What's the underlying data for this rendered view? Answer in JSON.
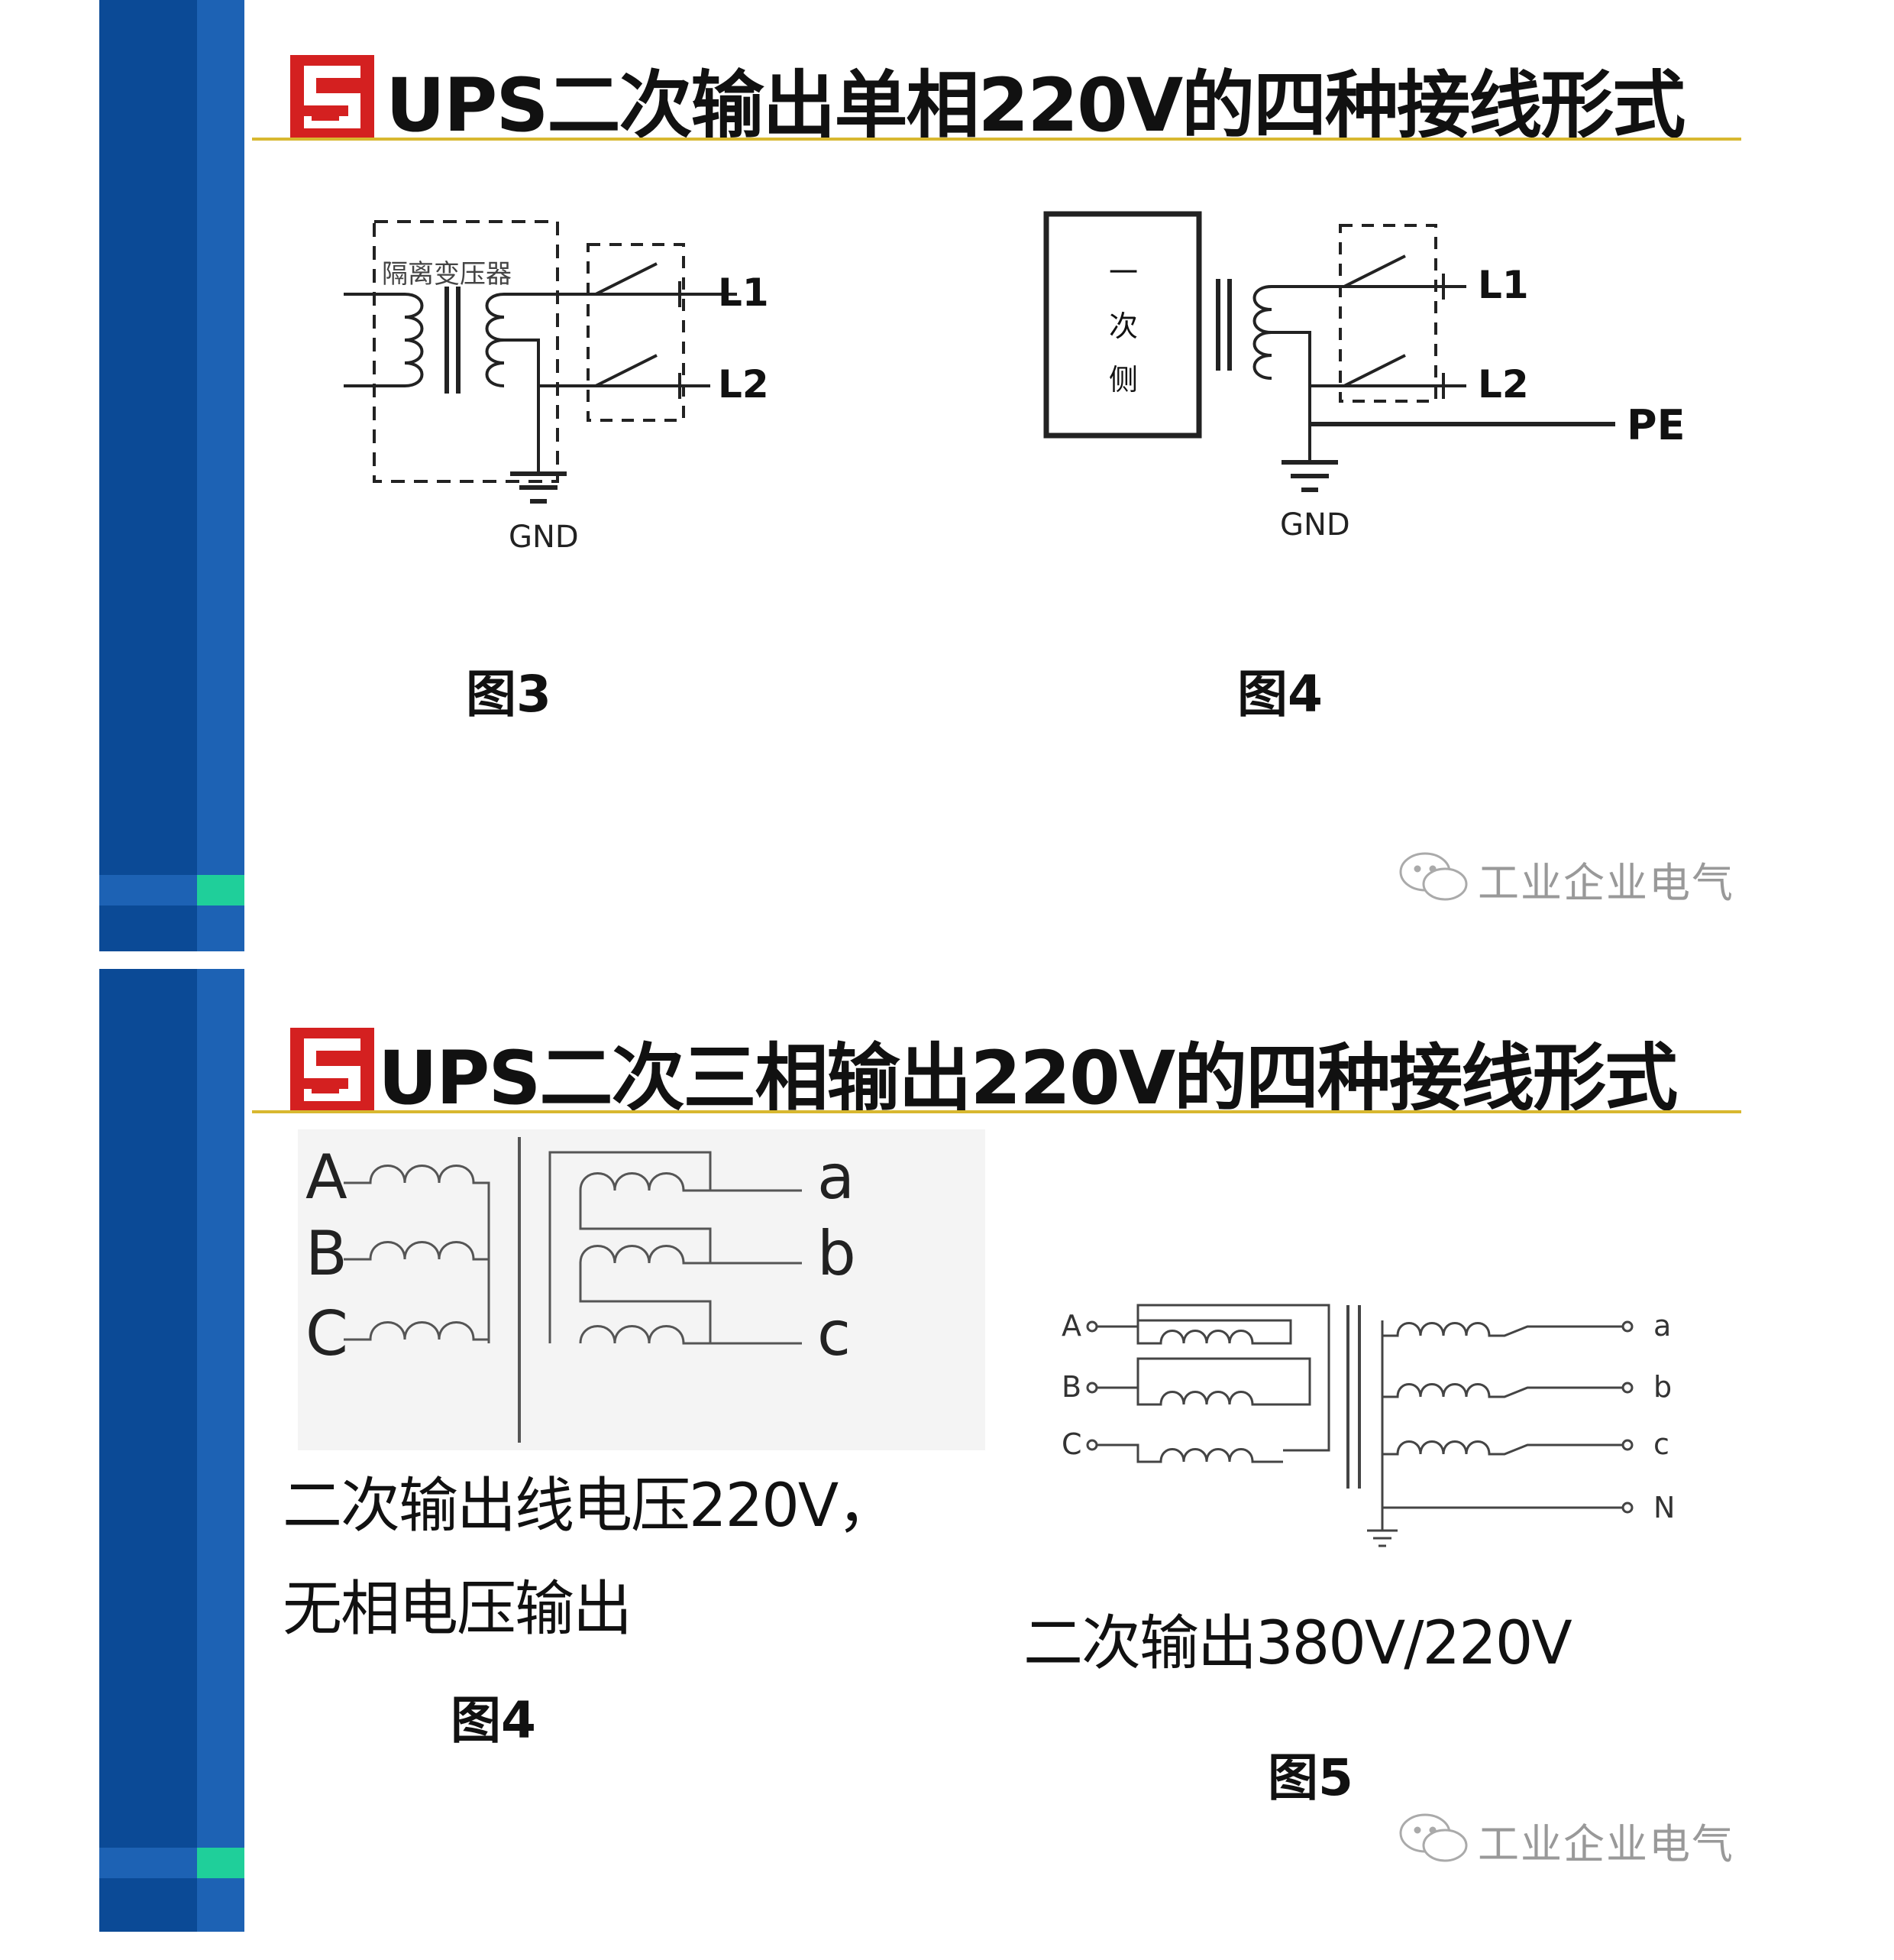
{
  "top_slide": {
    "title": "UPS二次输出单相220V的四种接线形式",
    "fig3": {
      "label": "图3",
      "transformer_label": "隔离变压器",
      "outputs": [
        "L1",
        "L2"
      ],
      "ground": "GND"
    },
    "fig4": {
      "label": "图4",
      "primary_box": [
        "一",
        "次",
        "侧"
      ],
      "outputs": [
        "L1",
        "L2",
        "PE"
      ],
      "ground": "GND"
    },
    "watermark": "工业企业电气"
  },
  "bottom_slide": {
    "title": "UPS二次三相输出220V的四种接线形式",
    "left_diagram": {
      "inputs": [
        "A",
        "B",
        "C"
      ],
      "outputs": [
        "a",
        "b",
        "c"
      ]
    },
    "left_caption_line1": "二次输出线电压220V，",
    "left_caption_line2": "无相电压输出",
    "left_label": "图4",
    "right_diagram": {
      "inputs": [
        "A",
        "B",
        "C"
      ],
      "outputs": [
        "a",
        "b",
        "c",
        "N"
      ]
    },
    "right_caption": "二次输出380V/220V",
    "right_label": "图5",
    "watermark": "工业企业电气"
  },
  "colors": {
    "band_dark": "#0b4a96",
    "band_light": "#1d62b4",
    "accent_green": "#1fcf9a",
    "logo_red": "#d42020",
    "rule_gold": "#d8b830"
  }
}
